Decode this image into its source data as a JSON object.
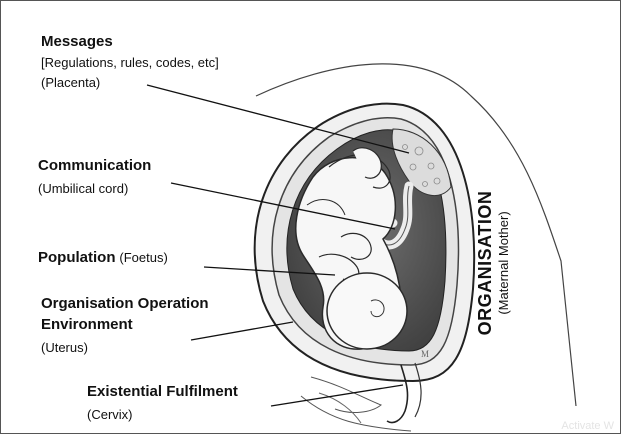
{
  "labels": {
    "messages": {
      "title": "Messages",
      "line1": "[Regulations, rules, codes, etc]",
      "line2": "(Placenta)"
    },
    "communication": {
      "title": "Communication",
      "line2": "(Umbilical cord)"
    },
    "population": {
      "title": "Population",
      "inline": "(Foetus)"
    },
    "environment": {
      "title1": "Organisation Operation",
      "title2": "Environment",
      "line3": "(Uterus)"
    },
    "fulfilment": {
      "title": "Existential Fulfilment",
      "line2": "(Cervix)"
    }
  },
  "organisation": {
    "title": "ORGANISATION",
    "subtitle": "(Maternal Mother)"
  },
  "watermark": "Activate W",
  "illustration": {
    "style": "grayscale pencil drawing",
    "subject": "foetus in uterus (cross-section)"
  }
}
